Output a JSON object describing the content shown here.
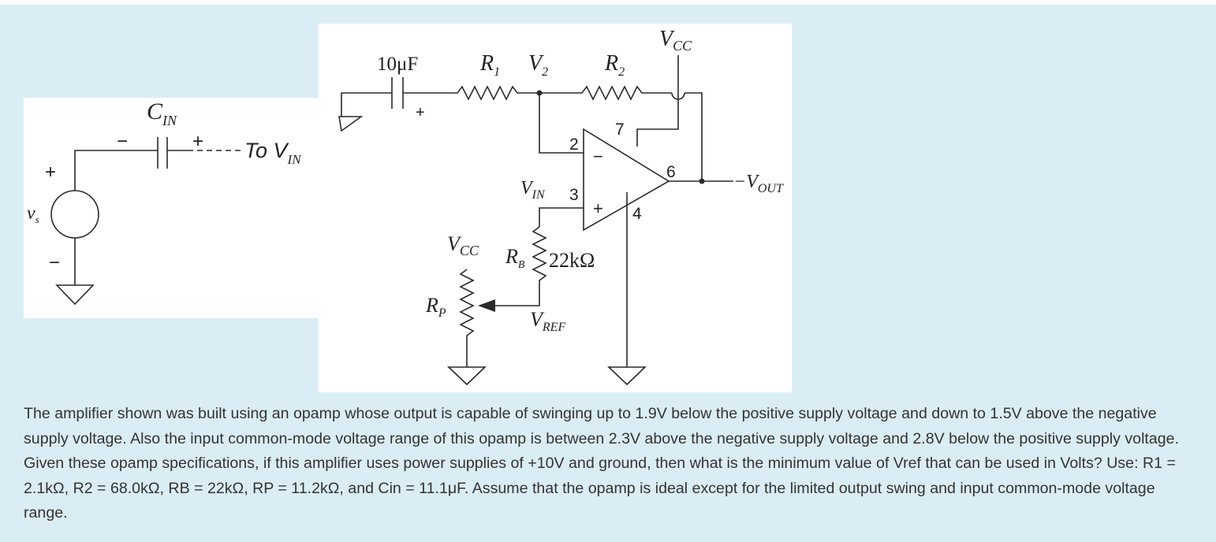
{
  "labels": {
    "c_in_main": "C",
    "c_in_sub": "IN",
    "c_in_minus": "−",
    "c_in_plus": "+",
    "to_vin_prefix": "To V",
    "to_vin_sub": "IN",
    "vs_plus": "+",
    "vs_minus": "−",
    "vs_main": "v",
    "vs_sub": "s",
    "cap_value": "10μF",
    "cap_plus": "+",
    "r1_main": "R",
    "r1_sub": "1",
    "v2_main": "V",
    "v2_sub": "2",
    "r2_main": "R",
    "r2_sub": "2",
    "vcc_top_main": "V",
    "vcc_top_sub": "CC",
    "pin2": "2",
    "pin3": "3",
    "pin4": "4",
    "pin6": "6",
    "pin7": "7",
    "opamp_minus": "−",
    "opamp_plus": "+",
    "vin_main": "V",
    "vin_sub": "IN",
    "vout_prefix": "−V",
    "vout_sub": "OUT",
    "vcc_pot_main": "V",
    "vcc_pot_sub": "CC",
    "rb_main": "R",
    "rb_sub": "B",
    "rb_value": "22kΩ",
    "rp_main": "R",
    "rp_sub": "P",
    "vref_main": "V",
    "vref_sub": "REF"
  },
  "question": "The amplifier shown was built using an opamp whose output is capable of swinging up to 1.9V below the positive supply voltage and down to 1.5V above the negative supply voltage. Also the input common-mode voltage range of this opamp is between 2.3V above the negative supply voltage and 2.8V below the positive supply voltage. Given these opamp specifications, if this amplifier uses power supplies of +10V and ground, then what is the minimum value of Vref that can be used in Volts? Use: R1 = 2.1kΩ, R2 = 68.0kΩ, RB = 22kΩ, RP = 11.2kΩ, and Cin = 11.1μF. Assume that the opamp is ideal except for the limited output swing and input common-mode voltage range."
}
